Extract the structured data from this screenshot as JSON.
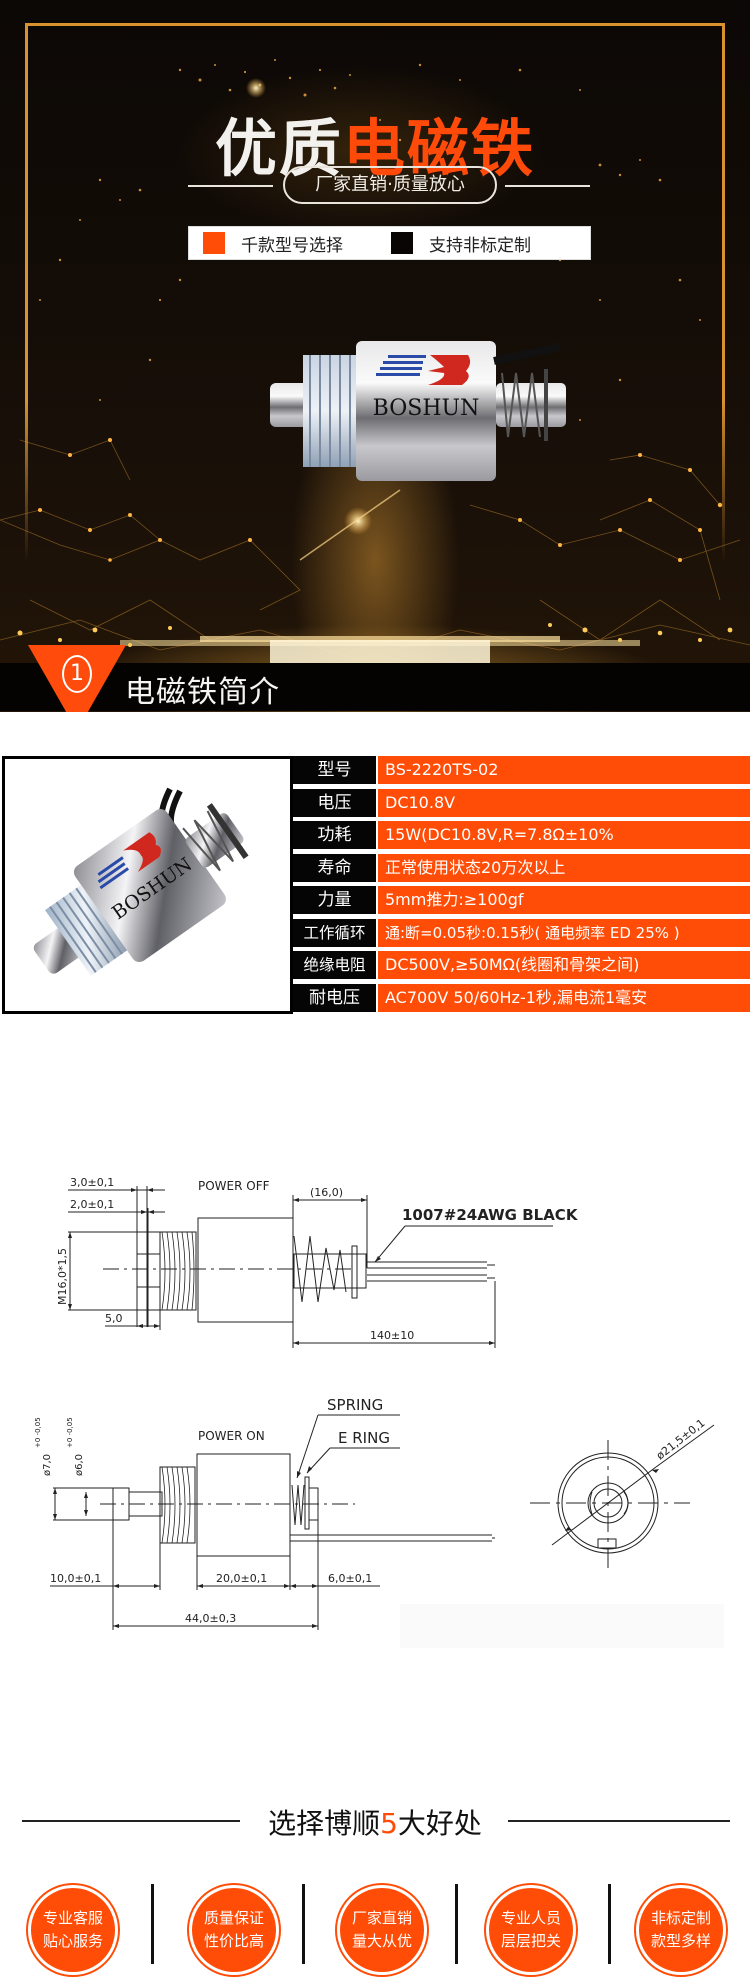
{
  "hero": {
    "title_white": "优质",
    "title_orange": "电磁铁",
    "slogan": "厂家直销·质量放心",
    "features": [
      {
        "label": "千款型号选择",
        "color": "#ff4c06"
      },
      {
        "label": "支持非标定制",
        "color": "#0a0505"
      }
    ],
    "product_brand": "BOSHUN"
  },
  "section": {
    "number": "1",
    "title": "电磁铁简介"
  },
  "spec": {
    "photo_brand": "BOSHUN",
    "rows": [
      {
        "label": "型号",
        "value": "BS-2220TS-02"
      },
      {
        "label": "电压",
        "value": "DC10.8V"
      },
      {
        "label": "功耗",
        "value": "15W(DC10.8V,R=7.8Ω±10%"
      },
      {
        "label": "寿命",
        "value": "正常使用状态20万次以上"
      },
      {
        "label": "力量",
        "value": "5mm推力:≥100gf"
      },
      {
        "label": "工作循环",
        "value": "通:断=0.05秒:0.15秒( 通电频率 ED 25% )"
      },
      {
        "label": "绝缘电阻",
        "value": "DC500V,≥50MΩ(线圈和骨架之间)"
      },
      {
        "label": "耐电压",
        "value": "AC700V 50/60Hz-1秒,漏电流1毫安"
      }
    ]
  },
  "drawing": {
    "power_off": {
      "label": "POWER OFF",
      "dim_3": "3,0±0,1",
      "dim_2": "2,0±0,1",
      "dim_thread": "M16,0*1,5",
      "dim_5": "5,0",
      "dim_16": "(16,0)",
      "wire": "1007#24AWG BLACK",
      "dim_140": "140±10"
    },
    "power_on": {
      "label": "POWER ON",
      "spring": "SPRING",
      "ering": "E RING",
      "dim_d7": "ø7,0",
      "dim_d7_tol": "+0 -0,05",
      "dim_d6": "ø6,0",
      "dim_d6_tol": "+0 -0,05",
      "dim_10": "10,0±0,1",
      "dim_20": "20,0±0,1",
      "dim_6": "6,0±0,1",
      "dim_44": "44,0±0,3"
    },
    "end_view": {
      "dim_d21": "ø21,5±0,1"
    }
  },
  "benefits": {
    "title_pre": "选择博顺",
    "title_num": "5",
    "title_post": "大好处",
    "items": [
      {
        "line1": "专业客服",
        "line2": "贴心服务"
      },
      {
        "line1": "质量保证",
        "line2": "性价比高"
      },
      {
        "line1": "厂家直销",
        "line2": "量大从优"
      },
      {
        "line1": "专业人员",
        "line2": "层层把关"
      },
      {
        "line1": "非标定制",
        "line2": "款型多样"
      }
    ]
  },
  "colors": {
    "accent": "#ff4c06",
    "dark": "#050302",
    "gold": "#d9922e"
  }
}
